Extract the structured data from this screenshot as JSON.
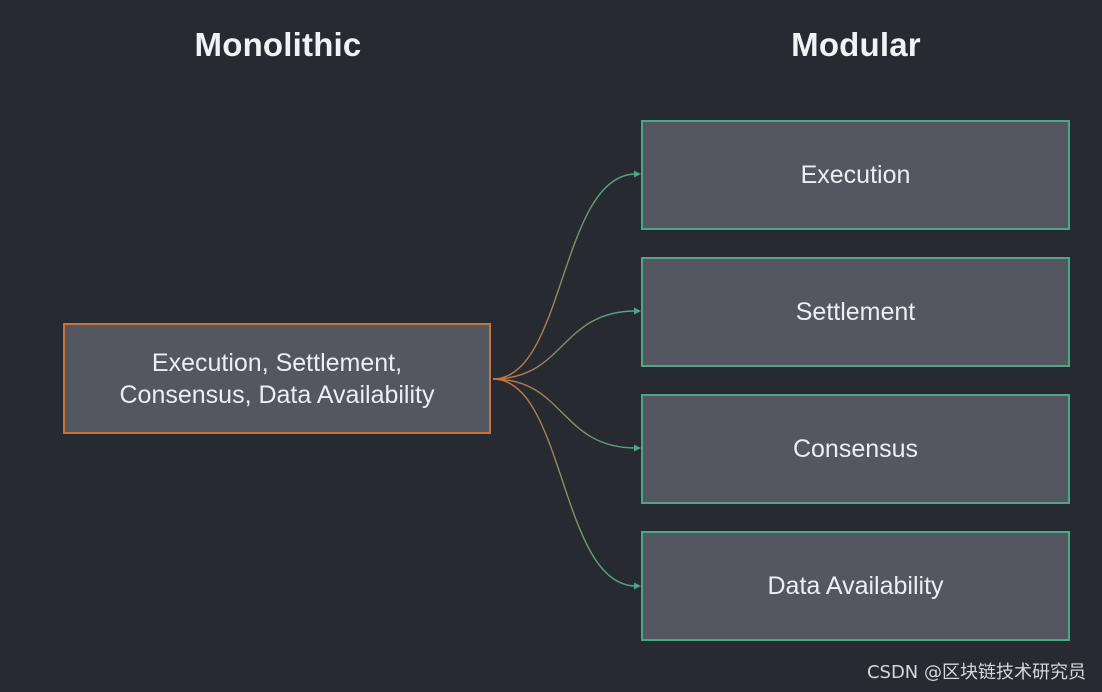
{
  "headings": {
    "monolithic": "Monolithic",
    "modular": "Modular"
  },
  "monolithic_box": {
    "line1": "Execution, Settlement,",
    "line2": "Consensus, Data Availability"
  },
  "modular_boxes": [
    {
      "label": "Execution"
    },
    {
      "label": "Settlement"
    },
    {
      "label": "Consensus"
    },
    {
      "label": "Data Availability"
    }
  ],
  "watermark": "CSDN @区块链技术研究员",
  "colors": {
    "background": "#282a32",
    "box_fill": "#545660",
    "monolithic_border": "#c6743e",
    "modular_border": "#4aa886"
  }
}
